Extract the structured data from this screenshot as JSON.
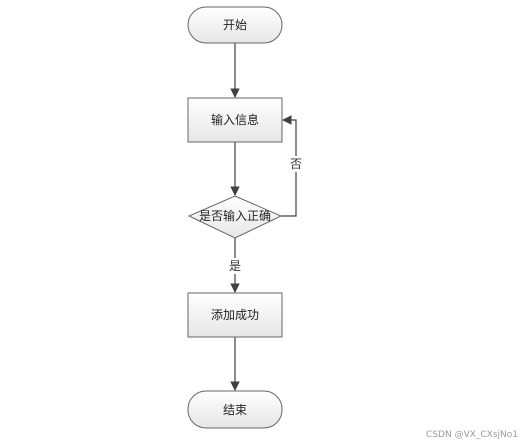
{
  "diagram": {
    "nodes": {
      "start": {
        "label": "开始",
        "shape": "terminal"
      },
      "input": {
        "label": "输入信息",
        "shape": "process"
      },
      "check": {
        "label": "是否输入正确",
        "shape": "decision"
      },
      "success": {
        "label": "添加成功",
        "shape": "process"
      },
      "end": {
        "label": "结束",
        "shape": "terminal"
      }
    },
    "edges": {
      "yes": {
        "from": "check",
        "to": "success",
        "label": "是"
      },
      "no": {
        "from": "check",
        "to": "input",
        "label": "否"
      }
    }
  },
  "watermark": {
    "text": "CSDN @VX_CXsjNo1"
  },
  "colors": {
    "shape_fill_top": "#ffffff",
    "shape_fill_bottom": "#e6e6e6",
    "stroke": "#666666",
    "edge": "#404040"
  }
}
